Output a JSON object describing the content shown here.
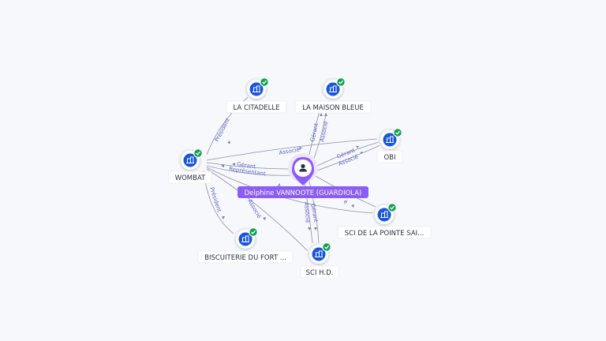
{
  "person": {
    "label": "Delphine VANNOOTE (GUARDIOLA)",
    "icon": "person-icon",
    "color": "#8b5cf6"
  },
  "companies": [
    {
      "id": "la-citadelle",
      "label": "LA CITADELLE",
      "icon": "building-icon",
      "badge": "verified-check-icon"
    },
    {
      "id": "la-maison-bleue",
      "label": "LA MAISON BLEUE",
      "icon": "building-icon",
      "badge": "verified-check-icon"
    },
    {
      "id": "obi",
      "label": "OBI",
      "icon": "building-icon",
      "badge": "verified-check-icon"
    },
    {
      "id": "wombat",
      "label": "WOMBAT",
      "icon": "building-icon",
      "badge": "verified-check-icon"
    },
    {
      "id": "sci-pointe",
      "label": "SCI DE LA POINTE SAI...",
      "icon": "building-icon",
      "badge": "verified-check-icon"
    },
    {
      "id": "biscuiterie",
      "label": "BISCUITERIE DU FORT ...",
      "icon": "building-icon",
      "badge": "verified-check-icon"
    },
    {
      "id": "sci-hd",
      "label": "SCI H.D.",
      "icon": "building-icon",
      "badge": "verified-check-icon"
    }
  ],
  "edge_labels": {
    "citadelle_wombat": "Président",
    "maison_gerant": "Gérant",
    "maison_associe": "Associé",
    "obi_associe": "Associé",
    "obi_gerant": "Gérant",
    "obi_associe2": "Associé",
    "wombat_gerant": "Gérant",
    "wombat_representant": "Représentant",
    "wombat_a": "A",
    "wombat_biscuiterie": "Président",
    "wombat_schd": "Associé",
    "schd_gerant": "Gérant",
    "schd_associe": "Associé",
    "pointe_a": "A",
    "pointe_e": "é"
  },
  "colors": {
    "node_blue": "#1a56db",
    "badge_green": "#12a150",
    "edge": "#8a90a6",
    "edge_label": "#5a63c9"
  }
}
